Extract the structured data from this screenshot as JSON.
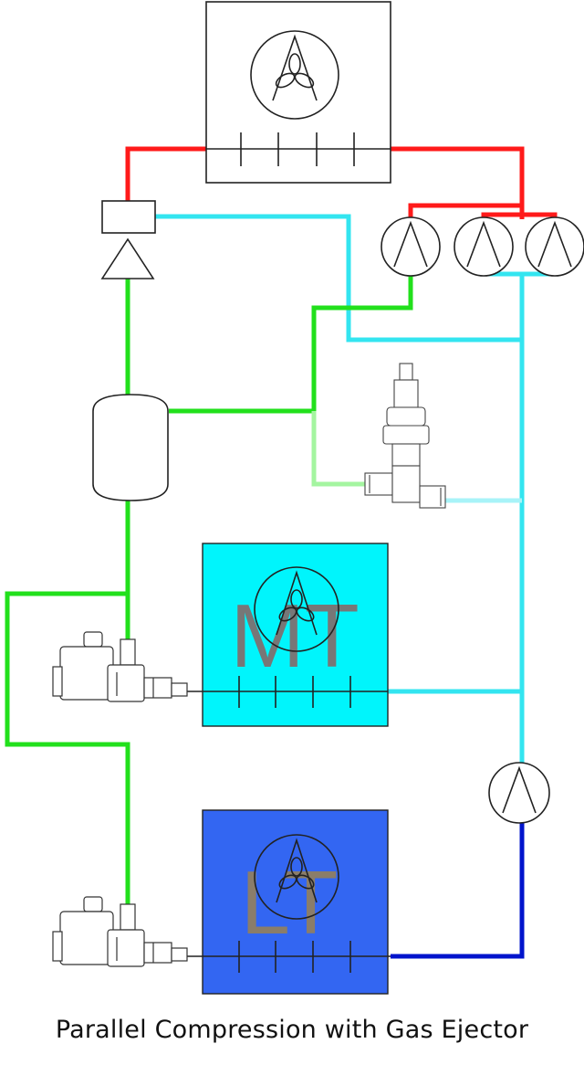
{
  "caption": "Parallel Compression with Gas Ejector",
  "cases": {
    "mt_label": "MT",
    "lt_label": "LT"
  },
  "colors": {
    "discharge_line": "#ff1a1a",
    "mt_suction_line": "#33e5f0",
    "liquid_line": "#22e01c",
    "flash_gas_line": "#a4f5a0",
    "lt_suction_line": "#0014cc",
    "mt_case_fill": "#00f5fc",
    "lt_case_fill": "#3366f2",
    "case_label": "#777777"
  },
  "components": {
    "gas_cooler": "gas-cooler-fan-icon",
    "ejector": "gas-ejector-icon",
    "receiver": "flash-tank-receiver-icon",
    "parallel_compressors": "compressor-icon",
    "bypass_valve": "flash-gas-bypass-valve-icon",
    "expansion_valves": "solenoid-expansion-valve-icon",
    "lt_booster_compressor": "compressor-icon"
  }
}
